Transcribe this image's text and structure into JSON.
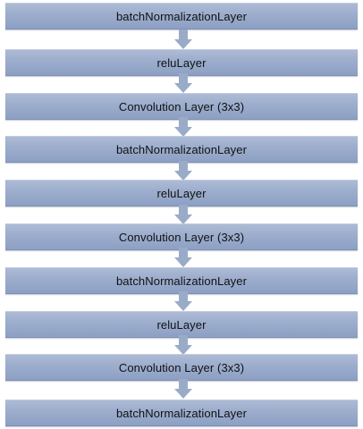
{
  "diagram": {
    "layers": [
      {
        "label": "batchNormalizationLayer"
      },
      {
        "label": "reluLayer"
      },
      {
        "label": "Convolution Layer (3x3)"
      },
      {
        "label": "batchNormalizationLayer"
      },
      {
        "label": "reluLayer"
      },
      {
        "label": "Convolution Layer (3x3)"
      },
      {
        "label": "batchNormalizationLayer"
      },
      {
        "label": "reluLayer"
      },
      {
        "label": "Convolution Layer (3x3)"
      },
      {
        "label": "batchNormalizationLayer"
      }
    ],
    "colors": {
      "box": "#9daecd",
      "arrow": "#9aabc8",
      "text": "#111111"
    },
    "icons": {
      "connector": "down-arrow-icon"
    }
  }
}
